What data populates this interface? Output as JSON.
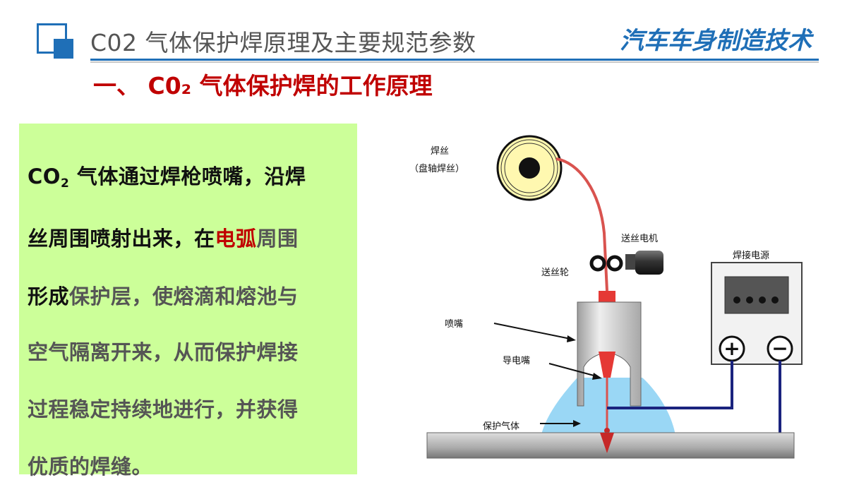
{
  "header": {
    "title": "C02 气体保护焊原理及主要规范参数",
    "course_name": "汽车车身制造技术"
  },
  "section_heading": "一、 C0₂ 气体保护焊的工作原理",
  "description": {
    "line1_prefix": "CO",
    "line1_subscript": "2",
    "line1_rest": " 气体通过焊枪喷嘴，沿焊",
    "line2_a": "丝周围喷射出来，在",
    "line2_red": "电弧",
    "line2_b": "周围",
    "line3_a": "形成",
    "line3_b": "保护层，使熔滴和熔池与",
    "line4": "空气隔离开来，从而保护焊接",
    "line5": "过程稳定持续地进行，并获得",
    "line6": "优质的焊缝。"
  },
  "diagram": {
    "wire_label": "焊丝",
    "wire_sublabel": "（盘轴焊丝）",
    "feed_motor_label": "送丝电机",
    "feed_roller_label": "送丝轮",
    "power_source_label": "焊接电源",
    "nozzle_label": "喷嘴",
    "contact_tip_label": "导电嘴",
    "shield_gas_label": "保护气体",
    "positive_terminal": "+",
    "negative_terminal": "−"
  },
  "colors": {
    "brand_blue": "#1f6fb7",
    "heading_red": "#c00000",
    "panel_green": "#ccff99",
    "wire_red": "#d9534f",
    "gas_blue": "#8fd3f4",
    "cable_navy": "#1a237e"
  }
}
